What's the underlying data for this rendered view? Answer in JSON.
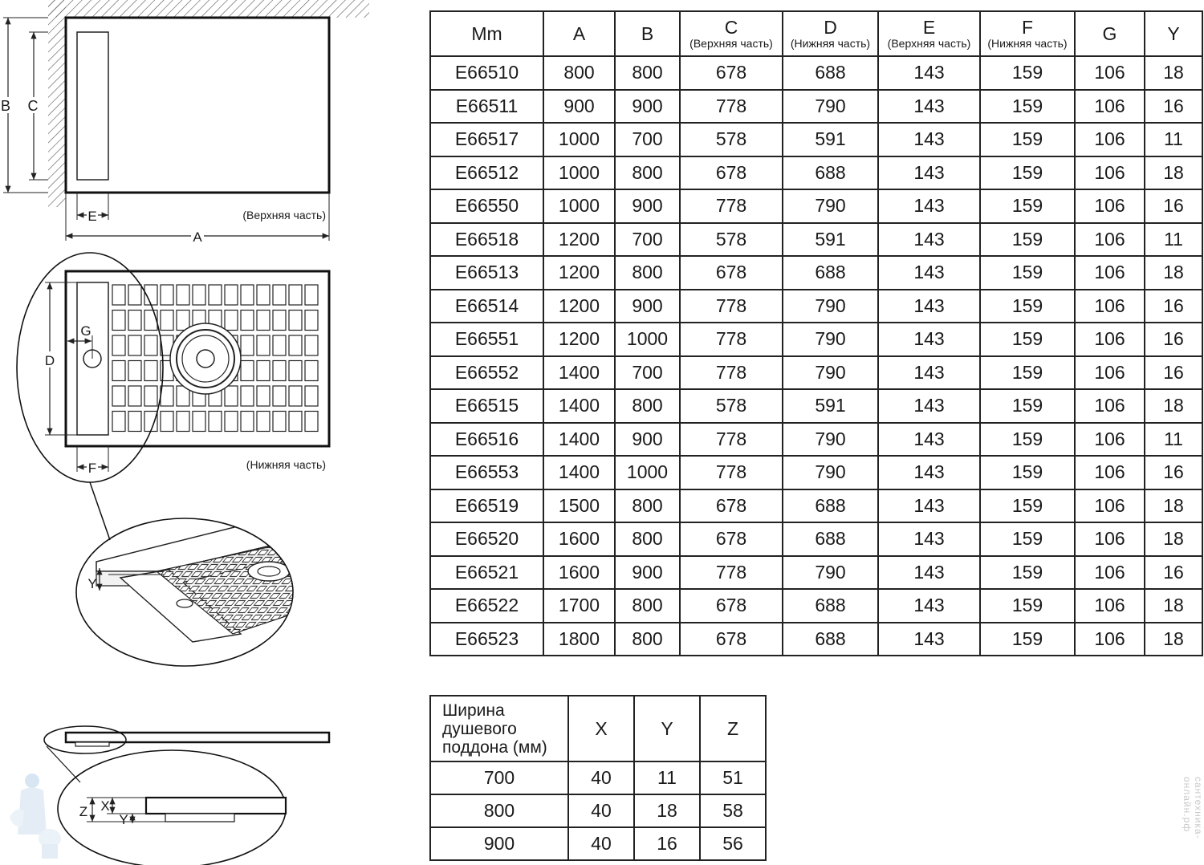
{
  "drawings": {
    "top_view": {
      "caption": "(Верхняя часть)",
      "dim_labels": [
        "B",
        "C",
        "E",
        "A"
      ]
    },
    "bottom_view": {
      "caption": "(Нижняя часть)",
      "dim_labels": [
        "G",
        "D",
        "F"
      ]
    },
    "perspective_detail": {
      "dim_labels": [
        "Y"
      ]
    },
    "profile_detail": {
      "dim_labels": [
        "Z",
        "X",
        "Y"
      ]
    }
  },
  "main_table": {
    "headers": [
      {
        "letter": "Mm",
        "sub": ""
      },
      {
        "letter": "A",
        "sub": ""
      },
      {
        "letter": "B",
        "sub": ""
      },
      {
        "letter": "C",
        "sub": "(Верхняя часть)"
      },
      {
        "letter": "D",
        "sub": "(Нижняя часть)"
      },
      {
        "letter": "E",
        "sub": "(Верхняя часть)"
      },
      {
        "letter": "F",
        "sub": "(Нижняя часть)"
      },
      {
        "letter": "G",
        "sub": ""
      },
      {
        "letter": "Y",
        "sub": ""
      }
    ],
    "rows": [
      [
        "E66510",
        "800",
        "800",
        "678",
        "688",
        "143",
        "159",
        "106",
        "18"
      ],
      [
        "E66511",
        "900",
        "900",
        "778",
        "790",
        "143",
        "159",
        "106",
        "16"
      ],
      [
        "E66517",
        "1000",
        "700",
        "578",
        "591",
        "143",
        "159",
        "106",
        "11"
      ],
      [
        "E66512",
        "1000",
        "800",
        "678",
        "688",
        "143",
        "159",
        "106",
        "18"
      ],
      [
        "E66550",
        "1000",
        "900",
        "778",
        "790",
        "143",
        "159",
        "106",
        "16"
      ],
      [
        "E66518",
        "1200",
        "700",
        "578",
        "591",
        "143",
        "159",
        "106",
        "11"
      ],
      [
        "E66513",
        "1200",
        "800",
        "678",
        "688",
        "143",
        "159",
        "106",
        "18"
      ],
      [
        "E66514",
        "1200",
        "900",
        "778",
        "790",
        "143",
        "159",
        "106",
        "16"
      ],
      [
        "E66551",
        "1200",
        "1000",
        "778",
        "790",
        "143",
        "159",
        "106",
        "16"
      ],
      [
        "E66552",
        "1400",
        "700",
        "778",
        "790",
        "143",
        "159",
        "106",
        "16"
      ],
      [
        "E66515",
        "1400",
        "800",
        "578",
        "591",
        "143",
        "159",
        "106",
        "18"
      ],
      [
        "E66516",
        "1400",
        "900",
        "778",
        "790",
        "143",
        "159",
        "106",
        "11"
      ],
      [
        "E66553",
        "1400",
        "1000",
        "778",
        "790",
        "143",
        "159",
        "106",
        "16"
      ],
      [
        "E66519",
        "1500",
        "800",
        "678",
        "688",
        "143",
        "159",
        "106",
        "18"
      ],
      [
        "E66520",
        "1600",
        "800",
        "678",
        "688",
        "143",
        "159",
        "106",
        "18"
      ],
      [
        "E66521",
        "1600",
        "900",
        "778",
        "790",
        "143",
        "159",
        "106",
        "16"
      ],
      [
        "E66522",
        "1700",
        "800",
        "678",
        "688",
        "143",
        "159",
        "106",
        "18"
      ],
      [
        "E66523",
        "1800",
        "800",
        "678",
        "688",
        "143",
        "159",
        "106",
        "18"
      ]
    ]
  },
  "tray_table": {
    "headers": [
      "Ширина душевого поддона (мм)",
      "X",
      "Y",
      "Z"
    ],
    "rows": [
      [
        "700",
        "40",
        "11",
        "51"
      ],
      [
        "800",
        "40",
        "18",
        "58"
      ],
      [
        "900",
        "40",
        "16",
        "56"
      ]
    ]
  },
  "watermark": "сантехника-онлайн.рф"
}
